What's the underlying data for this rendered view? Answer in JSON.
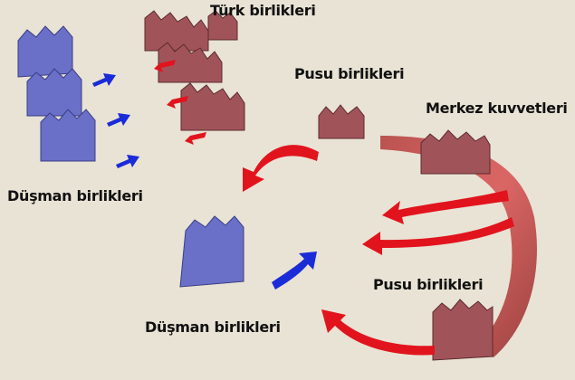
{
  "labels": {
    "turk": "Türk birlikleri",
    "ambush_top": "Pusu birlikleri",
    "center": "Merkez kuvvetleri",
    "enemy_top": "Düşman birlikleri",
    "enemy_bottom": "Düşman birlikleri",
    "ambush_bottom": "Pusu birlikleri"
  },
  "colors": {
    "background": "#e9e3d5",
    "turkish_units": "#a0545a",
    "enemy_units": "#6a6fc8",
    "movement_arrow": "#e1141e",
    "enemy_arrow": "#1a2bd8",
    "label_text": "#111111"
  }
}
